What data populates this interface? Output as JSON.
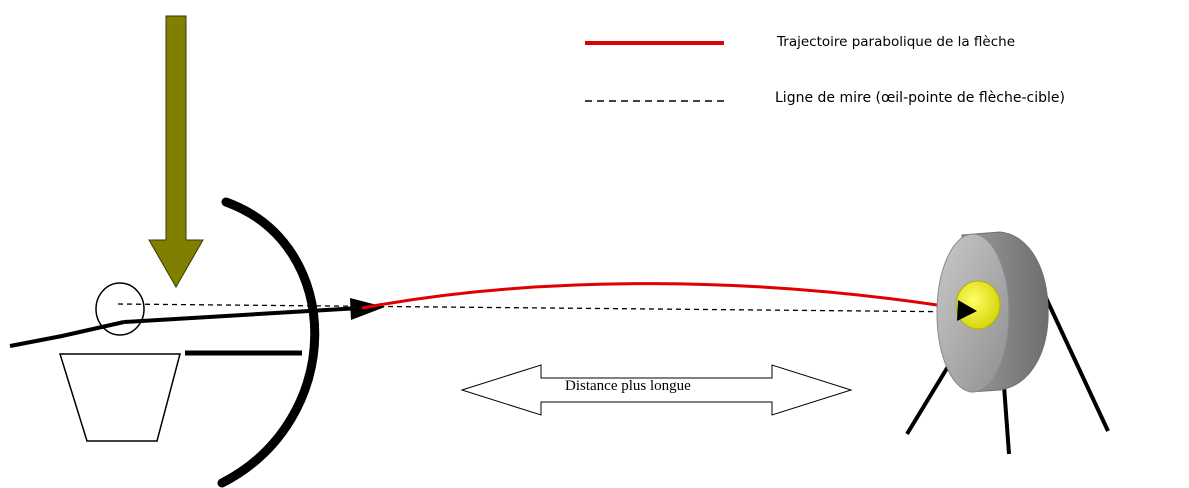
{
  "legend": {
    "trajectory_label": "Trajectoire parabolique de la flèche",
    "sightline_label": "Ligne de mire (œil-pointe de flèche-cible)"
  },
  "distance_label": "Distance plus longue",
  "colors": {
    "trajectory": "#e00000",
    "gravity_arrow": "#7f7f00",
    "target_face": "#a6a6a6",
    "target_center": "#e6e600"
  }
}
